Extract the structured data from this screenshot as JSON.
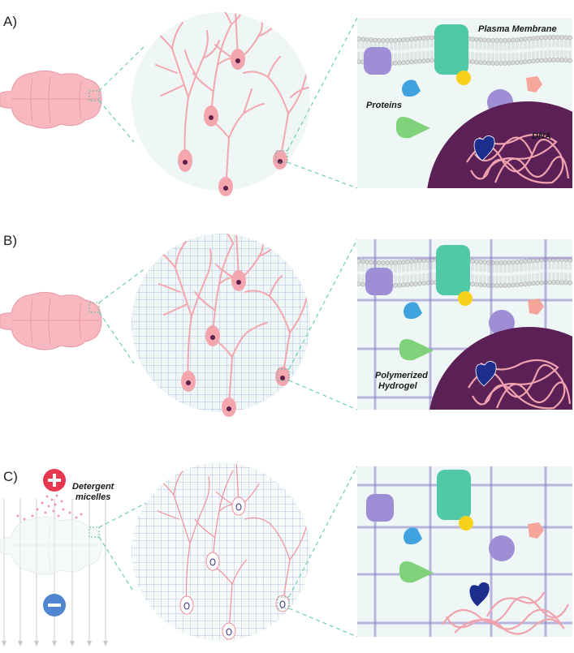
{
  "panels": [
    {
      "label": "A)"
    },
    {
      "label": "B)"
    },
    {
      "label": "C)"
    }
  ],
  "annotations": {
    "plasma_membrane": "Plasma Membrane",
    "proteins": "Proteins",
    "dna": "DNA",
    "hydrogel_line1": "Polymerized",
    "hydrogel_line2": "Hydrogel",
    "detergent_line1": "Detergent",
    "detergent_line2": "micelles"
  },
  "colors": {
    "brain": "#f7b8c0",
    "neuron": "#f4a6ae",
    "nucleus_dot": "#5a1f4a",
    "circle_bg": "#eef7f6",
    "box_bg": "#eef7f6",
    "dashed_line": "#6fcfb0",
    "hydrogel_grid": "#8e7ec9",
    "membrane": "#bdbdbd",
    "protein_purple": "#9d8ed6",
    "protein_teal": "#4fc9a6",
    "protein_yellow": "#f7d21b",
    "protein_blue": "#3fa3e0",
    "protein_salmon": "#f5a59a",
    "protein_green": "#7fd27a",
    "dna_nucleus": "#5b2056",
    "dna_strand": "#f0a3ad",
    "dna_heart": "#1c2f8f",
    "positive_electrode": "#e8384f",
    "negative_electrode": "#4f86cf",
    "micelle": "#f28d9a"
  },
  "icons": {
    "positive": "plus-icon",
    "negative": "minus-icon"
  }
}
